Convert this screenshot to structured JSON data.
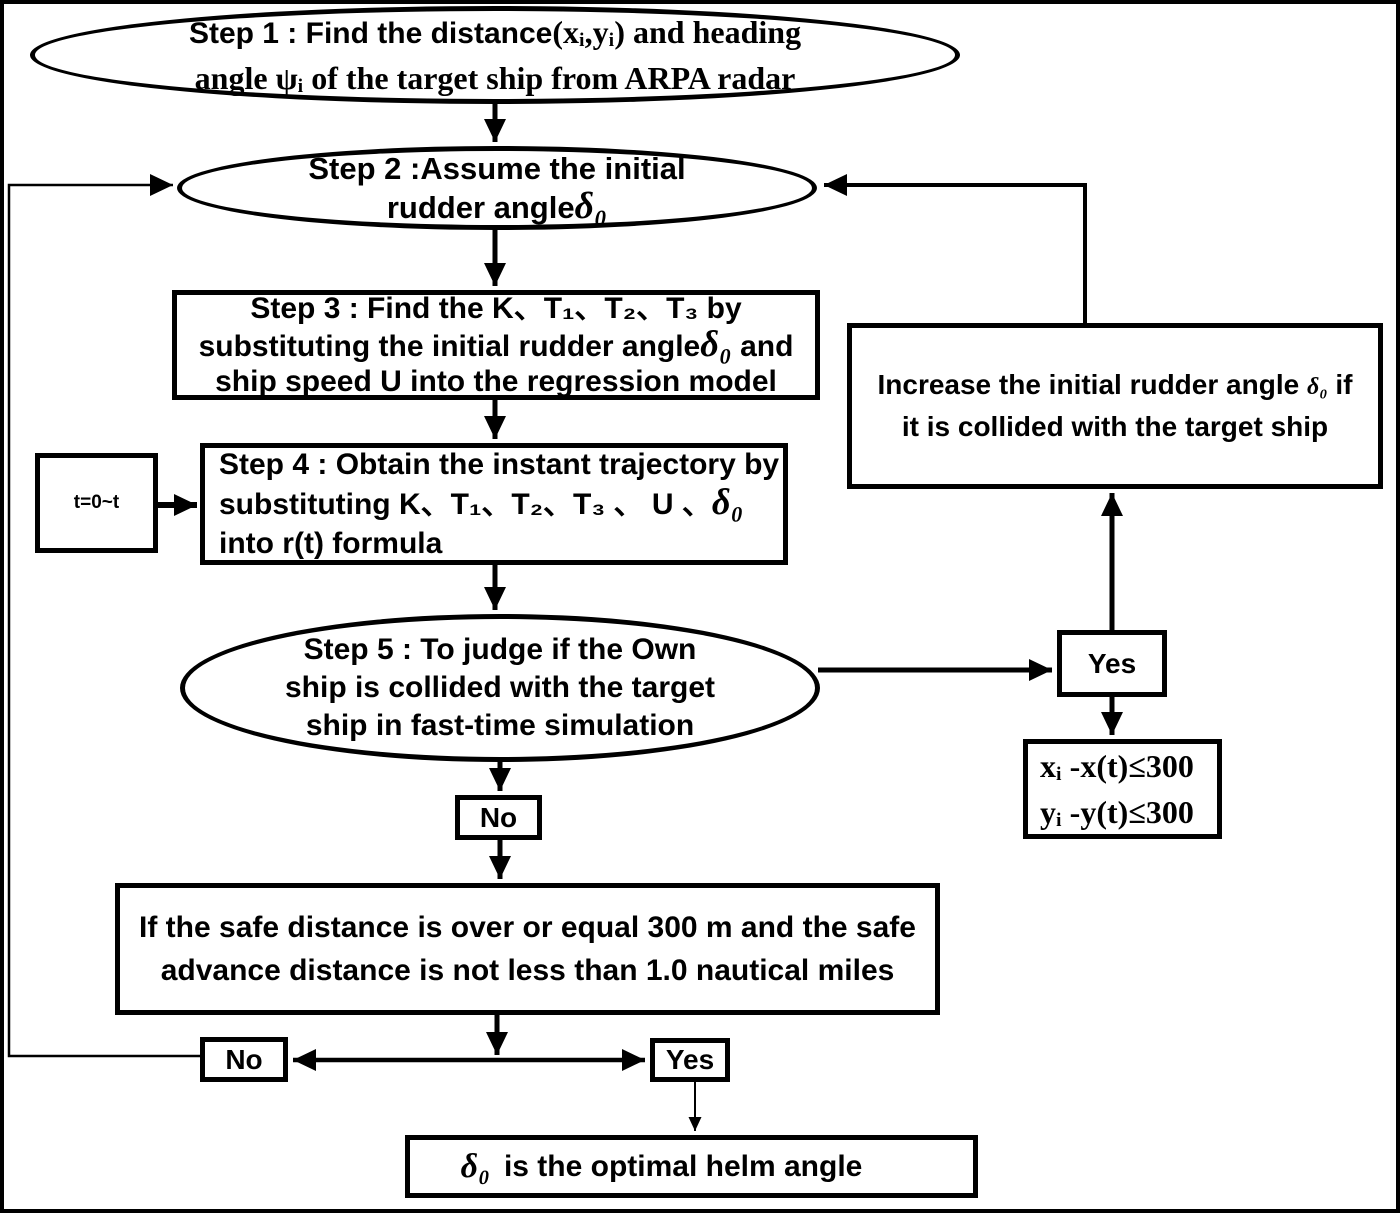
{
  "colors": {
    "ink": "#000000",
    "paper": "#ffffff"
  },
  "nodes": {
    "step1": {
      "shape": "ellipse",
      "line1_sans": "Step 1 : Find the distance",
      "line1_serif": "(xᵢ,yᵢ) and heading",
      "line2_serif": "angle ψᵢ of the target ship from ARPA radar"
    },
    "step2": {
      "shape": "ellipse",
      "line1": "Step 2 :Assume the initial",
      "line2_text": "rudder angle",
      "line2_delta": "δ₀"
    },
    "step3": {
      "shape": "rect",
      "line1": "Step 3 : Find the K、T₁、T₂、T₃  by",
      "line2_text": "substituting the initial rudder angle",
      "line2_delta": "δ₀",
      "line2_end": " and",
      "line3": "ship speed U into the regression model"
    },
    "t_loop": {
      "shape": "rect",
      "label": "t=0~t"
    },
    "step4": {
      "shape": "rect",
      "line1": "Step 4 : Obtain the instant trajectory by",
      "line2_text": "substituting K、T₁、T₂、T₃ 、 U 、",
      "line2_delta": "δ₀",
      "line3": "into r(t) formula"
    },
    "step5": {
      "shape": "ellipse",
      "line1": "Step 5 : To judge if the Own",
      "line2": "ship is collided with the target",
      "line3": "ship in fast-time simulation"
    },
    "collide_yes": {
      "label": "Yes"
    },
    "condition": {
      "line1": "xᵢ -x(t)≤300",
      "line2": "yᵢ -y(t)≤300"
    },
    "increase": {
      "line1_pre": "Increase the initial rudder angle ",
      "delta": "δ₀",
      "line1_end": " if",
      "line2": "it is collided with the target ship"
    },
    "collide_no": {
      "label": "No"
    },
    "safe_check": {
      "line1": "If the safe distance is over or equal 300 m and the safe",
      "line2": "advance distance is not less than 1.0 nautical miles"
    },
    "safe_no": {
      "label": "No"
    },
    "safe_yes": {
      "label": "Yes"
    },
    "result": {
      "delta": "δ₀",
      "text": "is the optimal helm angle"
    }
  }
}
